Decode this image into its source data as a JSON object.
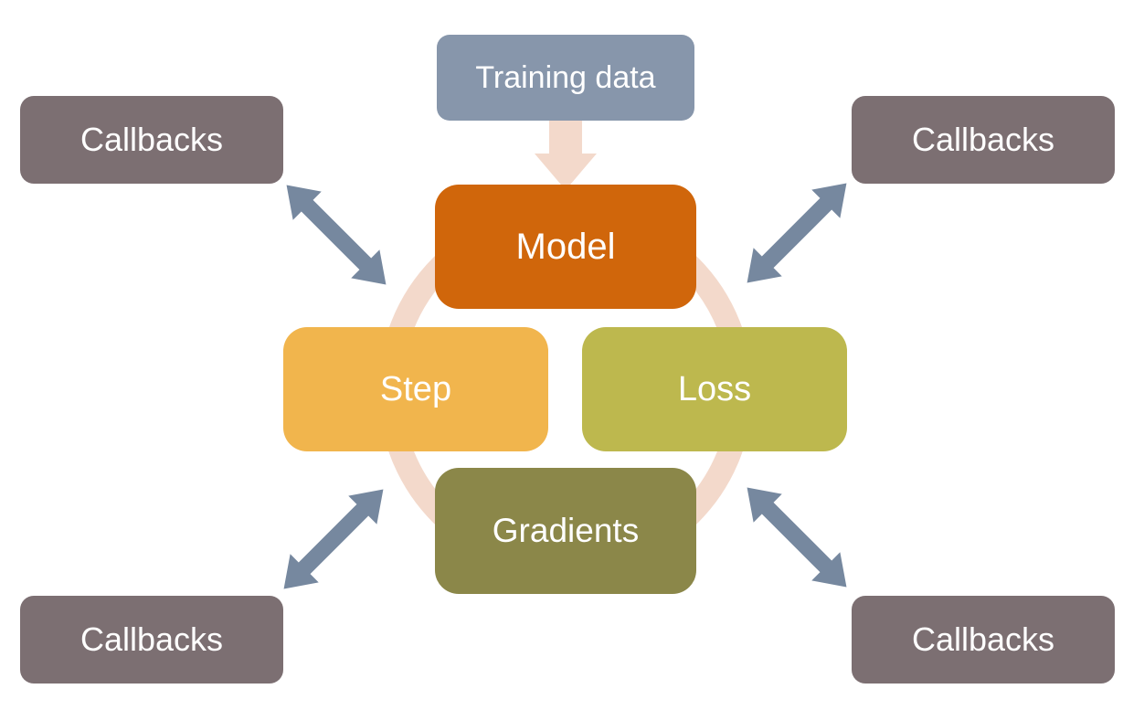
{
  "diagram": {
    "nodes": {
      "training_data": {
        "label": "Training data",
        "color": "#8796ab"
      },
      "model": {
        "label": "Model",
        "color": "#d0660b"
      },
      "step": {
        "label": "Step",
        "color": "#f1b54d"
      },
      "loss": {
        "label": "Loss",
        "color": "#bdb84e"
      },
      "gradients": {
        "label": "Gradients",
        "color": "#8b8749"
      },
      "callbacks_top_left": {
        "label": "Callbacks",
        "color": "#7c6f72"
      },
      "callbacks_top_right": {
        "label": "Callbacks",
        "color": "#7c6f72"
      },
      "callbacks_bottom_left": {
        "label": "Callbacks",
        "color": "#7c6f72"
      },
      "callbacks_bottom_right": {
        "label": "Callbacks",
        "color": "#7c6f72"
      }
    },
    "accents": {
      "cycle_ring_color": "#f3d9cb",
      "down_arrow_color": "#f3d9cb",
      "double_arrow_color": "#76889f"
    }
  }
}
